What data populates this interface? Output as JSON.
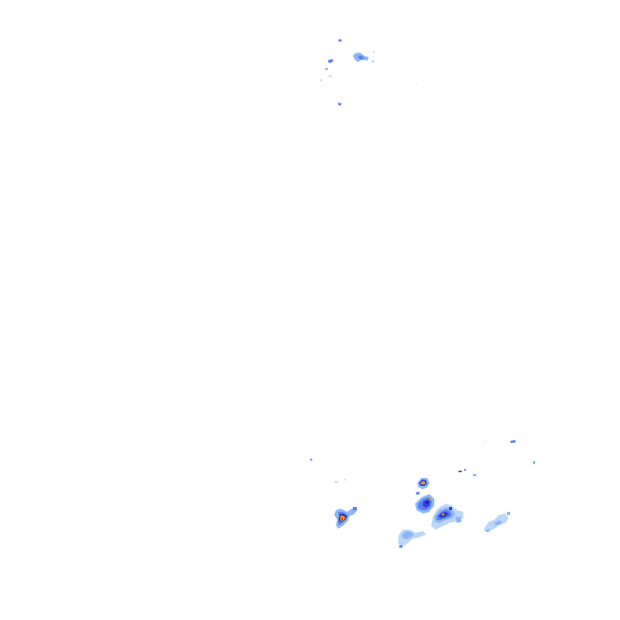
{
  "map": {
    "kind": "weather radar rainfall overlay",
    "background_color": "#ffffff",
    "intensity_palette": {
      "very_light": "#bcd6f8",
      "light": "#8cb6f4",
      "moderate": "#5a7ef0",
      "medium_heavy": "#2f3fe0",
      "heavy": "#1a1aa8",
      "very_heavy": "#f0a020",
      "intense": "#e03a10"
    },
    "rain_cells": [
      {
        "id": "north-cluster",
        "intensity_max": "moderate"
      },
      {
        "id": "south-west-cell",
        "intensity_max": "intense"
      },
      {
        "id": "south-central-cell-a",
        "intensity_max": "very_heavy"
      },
      {
        "id": "south-central-cell-b",
        "intensity_max": "heavy"
      },
      {
        "id": "south-central-cell-c",
        "intensity_max": "very_heavy"
      },
      {
        "id": "south-lower-patch",
        "intensity_max": "light"
      },
      {
        "id": "south-east-patch",
        "intensity_max": "light"
      },
      {
        "id": "far-east-specks",
        "intensity_max": "moderate"
      }
    ]
  }
}
